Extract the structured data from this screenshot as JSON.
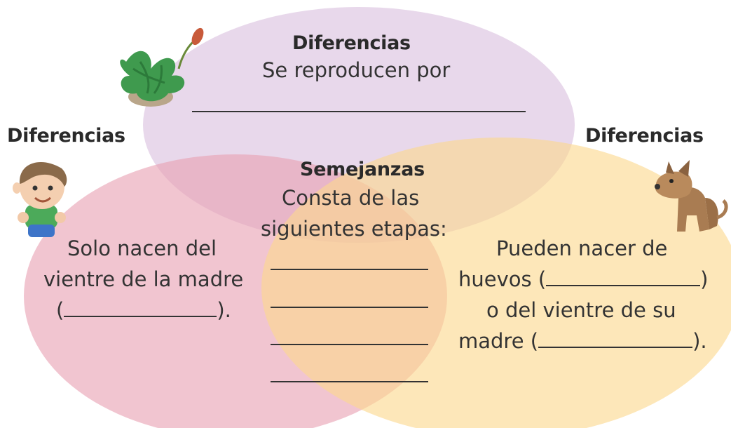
{
  "circles": {
    "top": {
      "color": "#d6b8da"
    },
    "left": {
      "color": "#e9a1b3"
    },
    "right": {
      "color": "#fbd88e"
    }
  },
  "top_region": {
    "heading": "Diferencias",
    "text": "Se reproducen por",
    "icon": "plant-icon"
  },
  "left_region": {
    "heading": "Diferencias",
    "lines": [
      "Solo nacen del",
      "vientre de la madre"
    ],
    "blank_open": "(",
    "blank_close": ").",
    "icon": "child-icon"
  },
  "right_region": {
    "heading": "Diferencias",
    "line1": "Pueden nacer de",
    "line2_prefix": "huevos (",
    "line2_suffix": ")",
    "line3": "o del vientre de su",
    "line4_prefix": "madre (",
    "line4_suffix": ").",
    "icon": "dog-icon"
  },
  "center_region": {
    "heading": "Semejanzas",
    "lines": [
      "Consta de las",
      "siguientes etapas:"
    ]
  }
}
